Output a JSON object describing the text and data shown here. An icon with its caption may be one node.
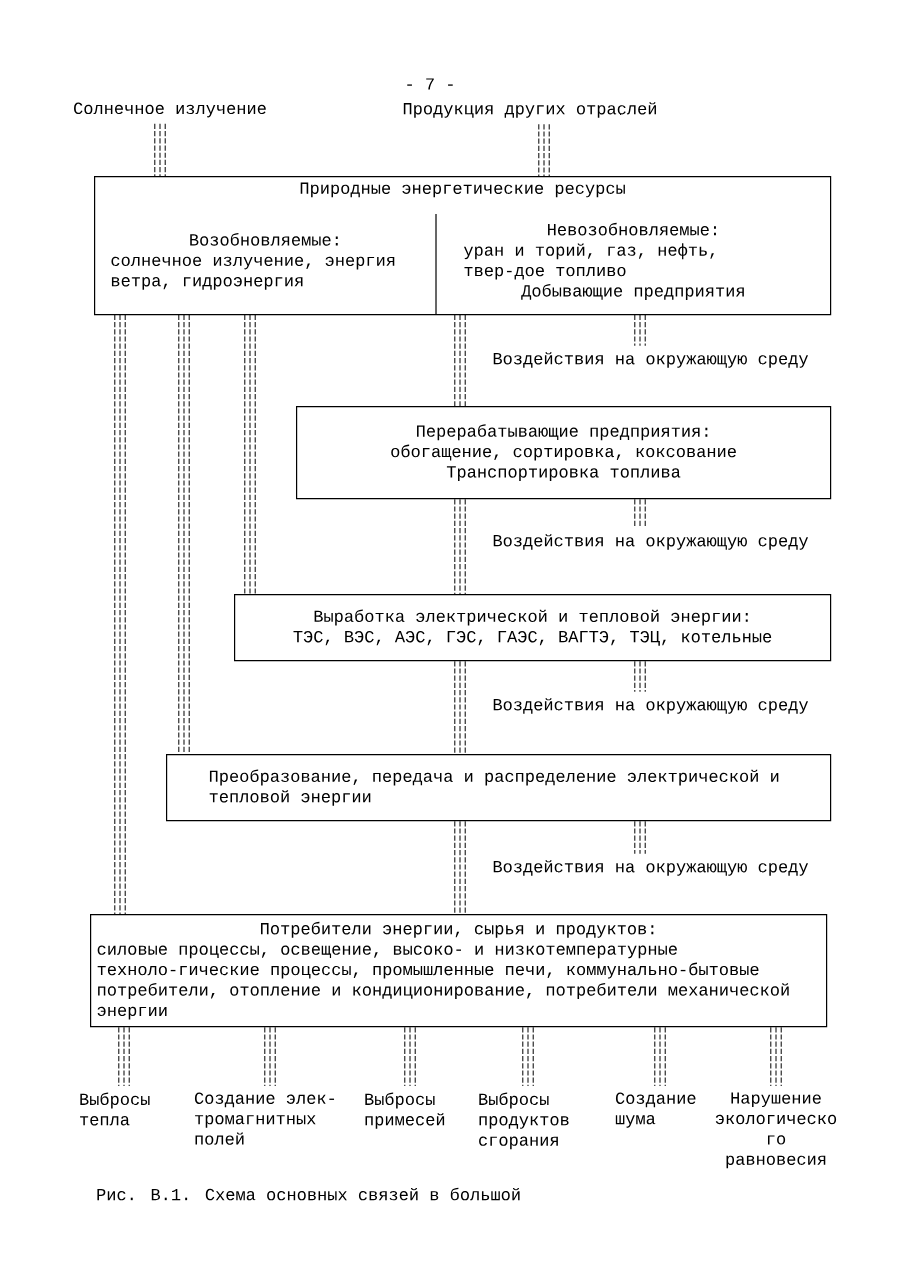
{
  "diagram": {
    "caption": "Рис. В.1. Схема основных связей в большой",
    "nodes": [
      {
        "text": [
          "Солнечное излучение"
        ]
      },
      {
        "text": [
          "Продукция других отраслей"
        ]
      },
      {
        "text": [
          "Природные энергетические ресурсы"
        ]
      },
      {
        "text": [
          "Возобновляемые:",
          "солнечное излучение, энергия ветра, гидроэнергия"
        ],
        "in": 2
      },
      {
        "text": [
          "Невозобновляемые:",
          "уран и торий, газ, нефть, твер-дое топливо",
          "Добывающие предприятия"
        ],
        "in": 2
      },
      {
        "text": [
          "Воздействия на окружающую среду"
        ]
      },
      {
        "text": [
          "Перерабатывающие предприятия: обогащение, сортировка, коксование",
          "Транспортировка топлива"
        ]
      },
      {
        "text": [
          "Воздействия на окружающую среду"
        ]
      },
      {
        "text": [
          "Выработка электрической и тепловой энергии:",
          "ТЭС, ВЭС, АЭС, ГЭС, ГАЭС, ВАГТЭ, ТЭЦ, котельные"
        ]
      },
      {
        "text": [
          "Воздействия на окружающую среду"
        ]
      },
      {
        "text": [
          "Преобразование, передача и распределение электрической и тепловой энергии"
        ]
      },
      {
        "text": [
          "Воздействия на окружающую среду"
        ]
      },
      {
        "text": [
          "Потребители энергии, сырья и продуктов:",
          "силовые процессы, освещение, высоко- и низкотемпературные техноло-гические процессы, промышленные печи, коммунально-бытовые потребители, отопление и кондиционирование, потребители механической энергии"
        ]
      },
      {
        "text": [
          "Выбросы тепла"
        ]
      },
      {
        "text": [
          "Создание элек-тромагнитных полей"
        ]
      },
      {
        "text": [
          "Выбросы примесей"
        ]
      },
      {
        "text": [
          "Выбросы продуктов сгорания"
        ]
      },
      {
        "text": [
          "Создание шума"
        ]
      },
      {
        "text": [
          "Нарушение экологическо го равновесия"
        ]
      }
    ],
    "edges": [
      {
        "from": 0,
        "to": 2,
        "arrow": "none"
      },
      {
        "from": 1,
        "to": 2,
        "arrow": "none"
      },
      {
        "from": 3,
        "to": 12,
        "arrow": "none"
      },
      {
        "from": 3,
        "to": 10,
        "arrow": "none"
      },
      {
        "from": 3,
        "to": 8,
        "arrow": "none"
      },
      {
        "from": 4,
        "to": 6,
        "arrow": "none"
      },
      {
        "from": 4,
        "to": 5,
        "arrow": "none"
      },
      {
        "from": 6,
        "to": 8,
        "arrow": "none"
      },
      {
        "from": 6,
        "to": 7,
        "arrow": "none"
      },
      {
        "from": 8,
        "to": 10,
        "arrow": "none"
      },
      {
        "from": 8,
        "to": 9,
        "arrow": "none"
      },
      {
        "from": 10,
        "to": 12,
        "arrow": "none"
      },
      {
        "from": 10,
        "to": 11,
        "arrow": "none"
      },
      {
        "from": 12,
        "to": 13,
        "arrow": "none"
      },
      {
        "from": 12,
        "to": 14,
        "arrow": "none"
      },
      {
        "from": 12,
        "to": 15,
        "arrow": "none"
      },
      {
        "from": 12,
        "to": 16,
        "arrow": "none"
      },
      {
        "from": 12,
        "to": 17,
        "arrow": "none"
      },
      {
        "from": 12,
        "to": 18,
        "arrow": "none"
      }
    ],
    "labels": [
      "- 7 -"
    ]
  }
}
